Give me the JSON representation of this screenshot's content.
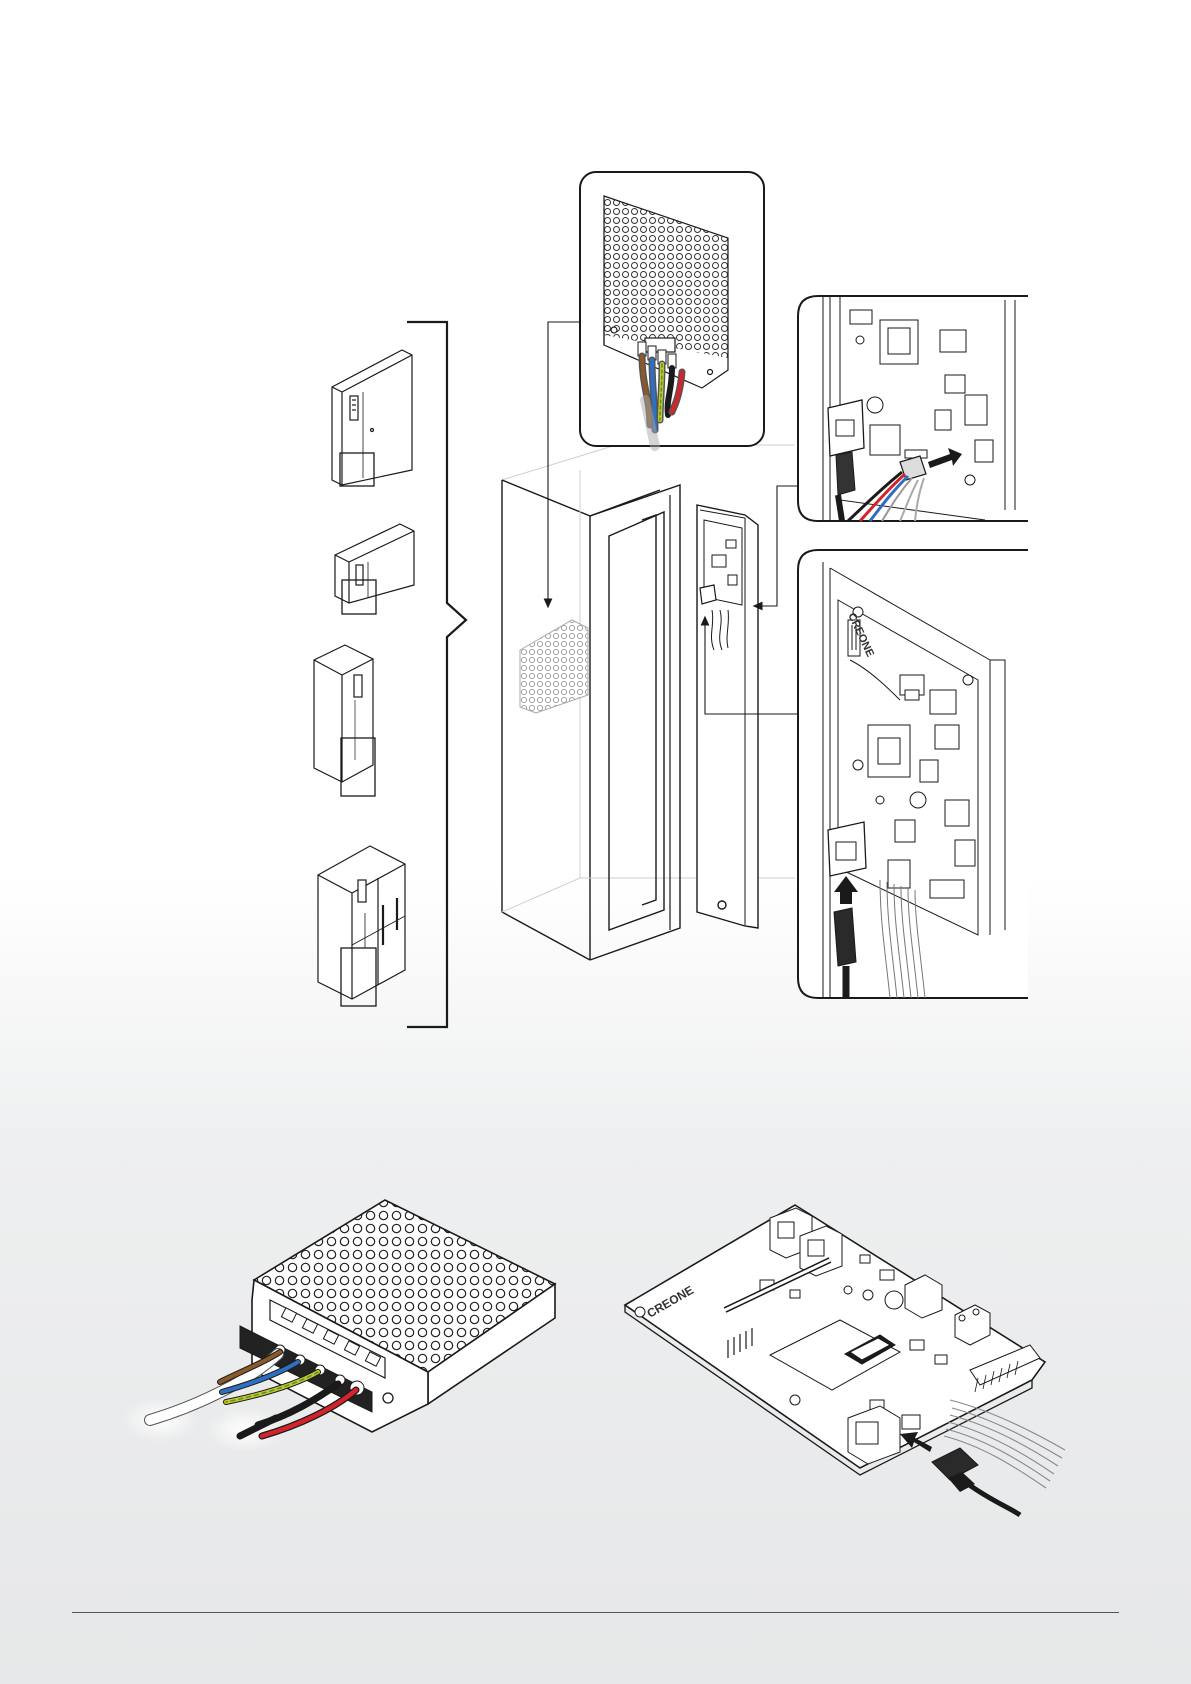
{
  "manual_page": {
    "board_brand": "CREONE",
    "colors": {
      "wire_brown": "#8a5a2b",
      "wire_blue": "#2f6fc0",
      "wire_yellow_green": "#c9c42a",
      "wire_green": "#3f9a3b",
      "wire_red": "#d3232b",
      "wire_black": "#1a1a1a",
      "board_fill": "#ffffff",
      "cabinet_fill": "#f7f7f7",
      "line": "#1a1a1a",
      "background_gradient_end": "#e6e7e8"
    },
    "icons": [
      "wall-cabinet",
      "small-cabinet",
      "tall-locker",
      "double-locker",
      "psu-unit",
      "controller-board",
      "rj45-plug",
      "insert-arrow"
    ]
  }
}
